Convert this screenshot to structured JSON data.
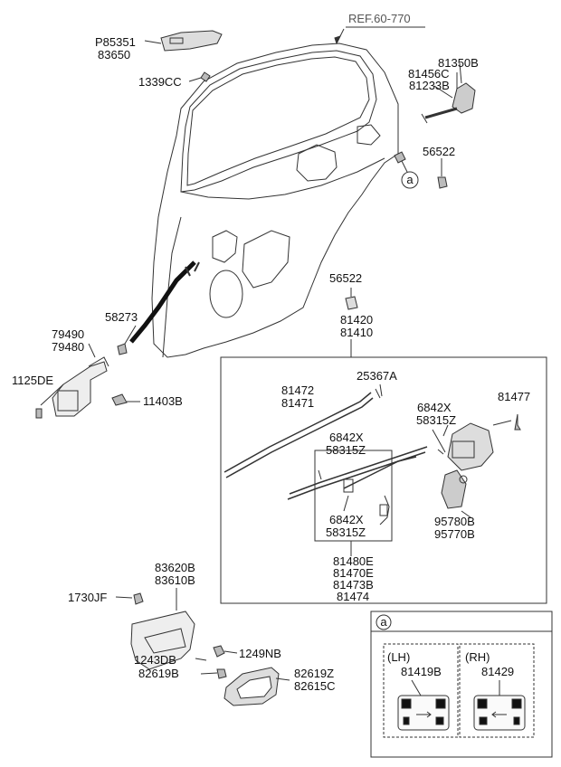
{
  "ref": "REF.60-770",
  "labels": {
    "p85351": "P85351",
    "p83650": "83650",
    "p1339cc": "1339CC",
    "p81350b": "81350B",
    "p81456c": "81456C",
    "p81233b": "81233B",
    "p56522a": "56522",
    "callout_a": "a",
    "p56522b": "56522",
    "p81420": "81420",
    "p81410": "81410",
    "p58273": "58273",
    "p79490": "79490",
    "p79480": "79480",
    "p1125de": "1125DE",
    "p11403b": "11403B",
    "p25367a": "25367A",
    "p81472": "81472",
    "p81471": "81471",
    "p6842x_a": "6842X",
    "p58315z_a": "58315Z",
    "p81477": "81477",
    "p6842x_b": "6842X",
    "p58315z_b": "58315Z",
    "p6842x_c": "6842X",
    "p58315z_c": "58315Z",
    "p95780b": "95780B",
    "p95770b": "95770B",
    "p81480e": "81480E",
    "p81470e": "81470E",
    "p81473b": "81473B",
    "p81474": "81474",
    "p83620b": "83620B",
    "p83610b": "83610B",
    "p1730jf": "1730JF",
    "p1249nb": "1249NB",
    "p1243db": "1243DB",
    "p82619b": "82619B",
    "p82619z": "82619Z",
    "p82615c": "82615C"
  },
  "detail": {
    "header": "a",
    "lh_side": "(LH)",
    "lh_part": "81419B",
    "rh_side": "(RH)",
    "rh_part": "81429"
  }
}
